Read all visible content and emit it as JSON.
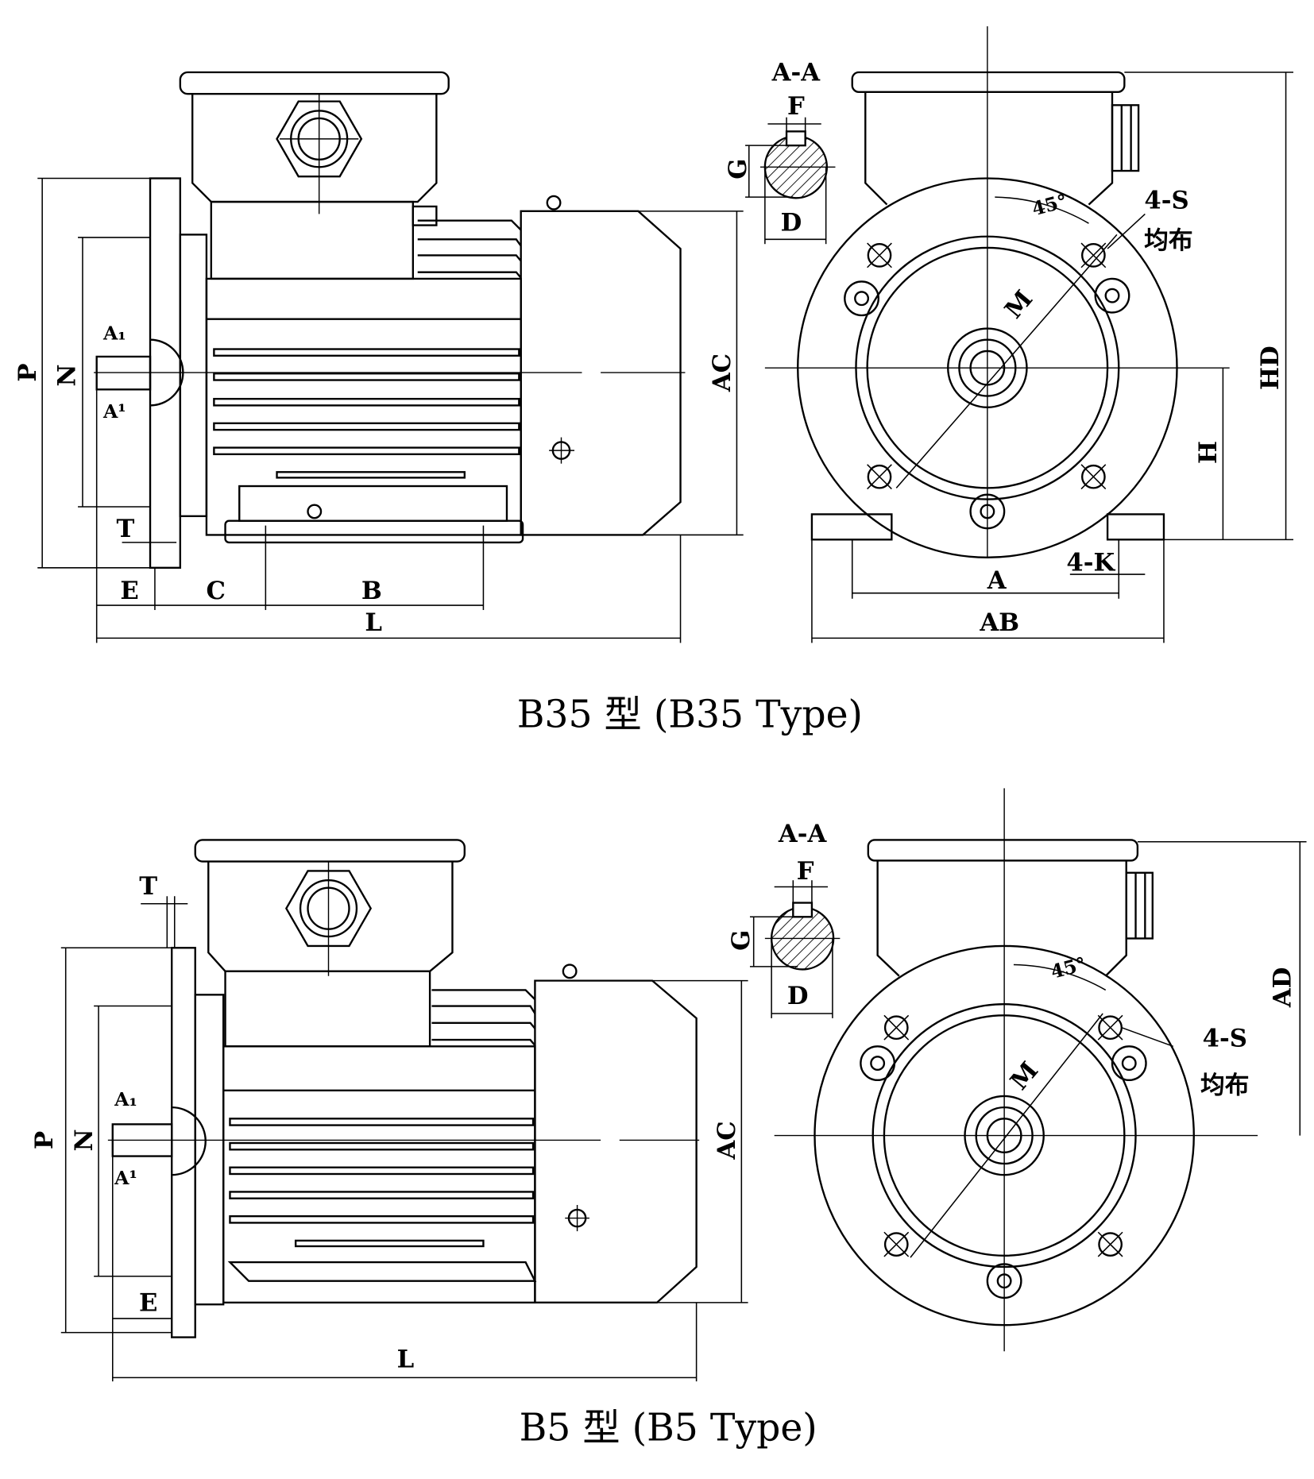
{
  "b35": {
    "title": "B35 型 (B35 Type)",
    "side": {
      "P": "P",
      "N": "N",
      "A1_top": "A₁",
      "A1_bot": "A¹",
      "T": "T",
      "E": "E",
      "C": "C",
      "B": "B",
      "L": "L",
      "AC": "AC"
    },
    "section": {
      "name": "A-A",
      "F": "F",
      "G": "G",
      "D": "D"
    },
    "front": {
      "angle": "45°",
      "holes": "4-S",
      "evenly": "均布",
      "M": "M",
      "HD": "HD",
      "H": "H",
      "A": "A",
      "AB": "AB",
      "K": "4-K"
    }
  },
  "b5": {
    "title": "B5 型 (B5 Type)",
    "side": {
      "T": "T",
      "P": "P",
      "N": "N",
      "A1_top": "A₁",
      "A1_bot": "A¹",
      "E": "E",
      "L": "L",
      "AC": "AC"
    },
    "section": {
      "name": "A-A",
      "F": "F",
      "G": "G",
      "D": "D"
    },
    "front": {
      "angle": "45°",
      "holes": "4-S",
      "evenly": "均布",
      "M": "M",
      "AD": "AD"
    }
  }
}
